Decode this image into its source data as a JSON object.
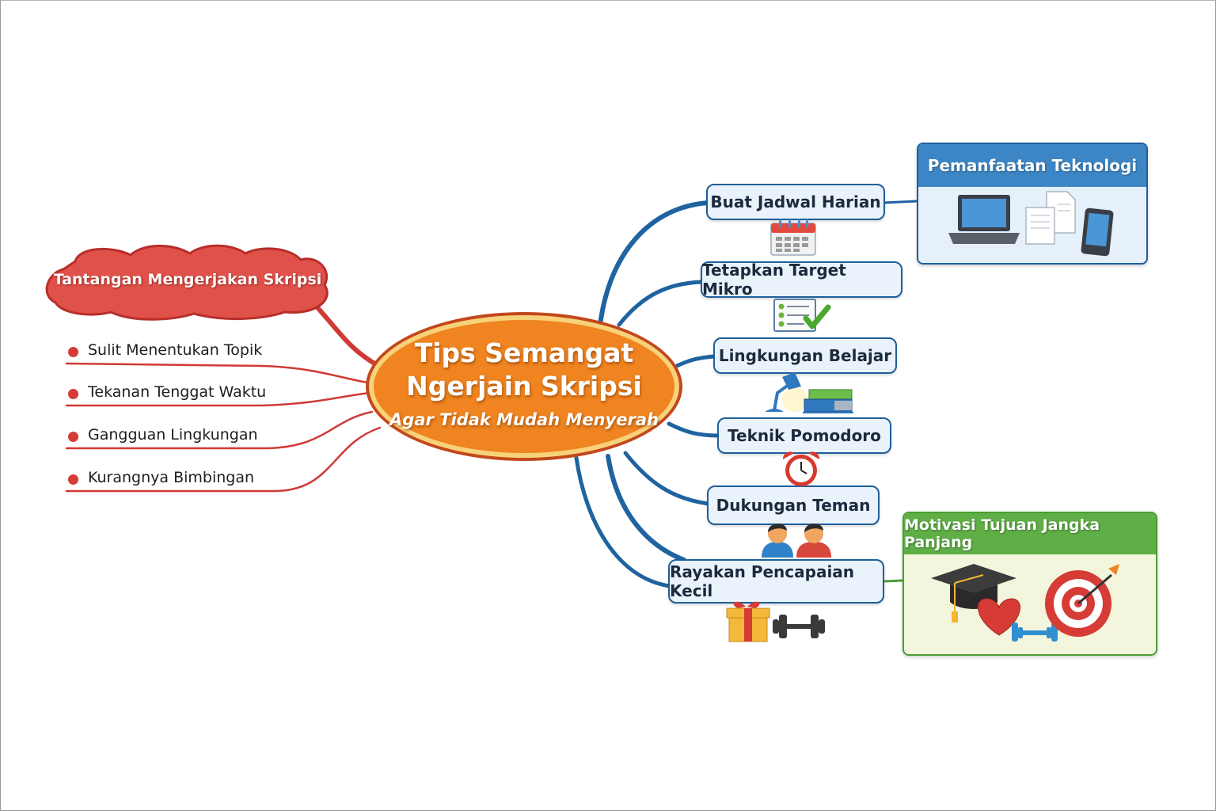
{
  "center": {
    "line1": "Tips Semangat",
    "line2": "Ngerjain Skripsi",
    "subtitle": "Agar Tidak Mudah Menyerah"
  },
  "challenges": {
    "title": "Tantangan Mengerjakan Skripsi",
    "items": [
      {
        "label": "Sulit Menentukan Topik"
      },
      {
        "label": "Tekanan Tenggat Waktu"
      },
      {
        "label": "Gangguan Lingkungan"
      },
      {
        "label": "Kurangnya Bimbingan"
      }
    ]
  },
  "tips": [
    {
      "label": "Buat Jadwal Harian",
      "icon": "calendar-icon"
    },
    {
      "label": "Tetapkan Target Mikro",
      "icon": "checklist-icon"
    },
    {
      "label": "Lingkungan Belajar",
      "icon": "desk-lamp-books-icon"
    },
    {
      "label": "Teknik Pomodoro",
      "icon": "alarm-clock-icon"
    },
    {
      "label": "Dukungan Teman",
      "icon": "friends-icon"
    },
    {
      "label": "Rayakan Pencapaian Kecil",
      "icon": "gift-dumbbell-icon"
    }
  ],
  "cards": {
    "technology": {
      "title": "Pemanfaatan Teknologi",
      "icons": [
        "laptop-icon",
        "documents-icon",
        "tablet-icon"
      ]
    },
    "motivation": {
      "title": "Motivasi Tujuan Jangka Panjang",
      "icons": [
        "graduation-cap-icon",
        "heart-icon",
        "dumbbell-icon",
        "target-icon"
      ]
    }
  },
  "colors": {
    "center_fill": "#ef8420",
    "center_border": "#c2481c",
    "challenge_red": "#d63b35",
    "tip_blue": "#1f5f99",
    "tech_blue": "#3d86c6",
    "motivation_green": "#5fae46"
  }
}
